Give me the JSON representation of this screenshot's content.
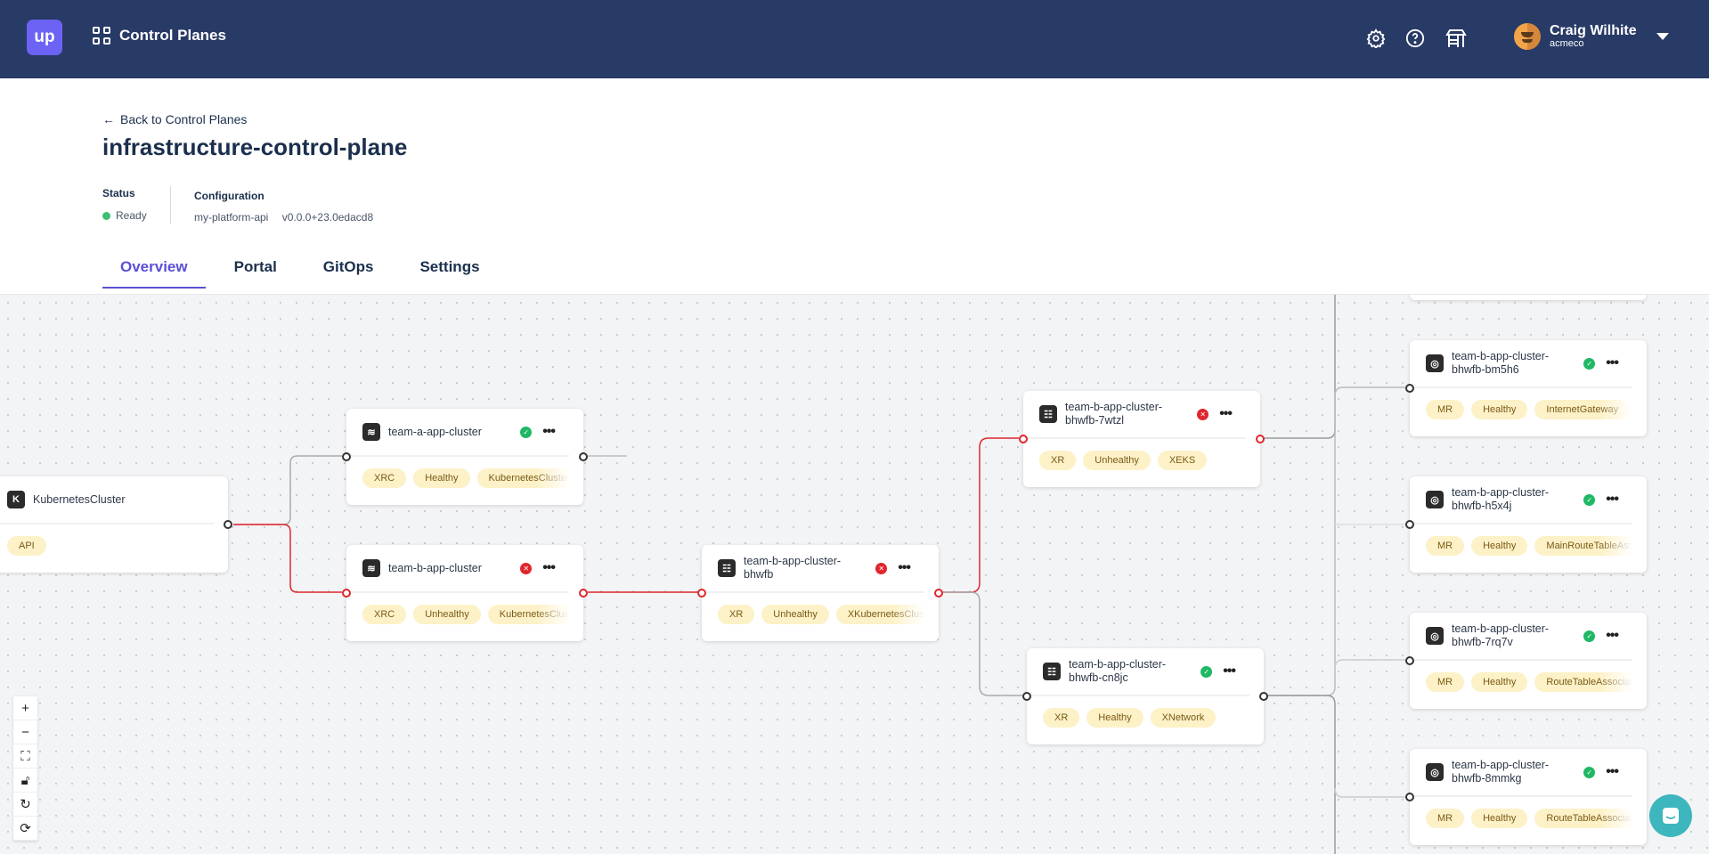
{
  "header": {
    "logo": "up",
    "app_title": "Control Planes",
    "user_name": "Craig Wilhite",
    "user_org": "acmeco"
  },
  "page": {
    "back_link": "Back to Control Planes",
    "title": "infrastructure-control-plane",
    "status_label": "Status",
    "status_value": "Ready",
    "status_color": "#3cbf72",
    "config_label": "Configuration",
    "config_name": "my-platform-api",
    "config_version": "v0.0.0+23.0edacd8"
  },
  "tabs": [
    {
      "label": "Overview",
      "active": true
    },
    {
      "label": "Portal"
    },
    {
      "label": "GitOps"
    },
    {
      "label": "Settings"
    }
  ],
  "nodes": [
    {
      "title": "KubernetesCluster",
      "icon": "K",
      "icon_name": "kubernetes-icon",
      "status": "",
      "tags": [
        "API"
      ]
    },
    {
      "title": "team-a-app-cluster",
      "icon": "≋",
      "icon_name": "layers-icon",
      "status": "healthy",
      "tags": [
        "XRC",
        "Healthy",
        "KubernetesCluster"
      ]
    },
    {
      "title": "team-b-app-cluster",
      "icon": "≋",
      "icon_name": "layers-icon",
      "status": "unhealthy",
      "tags": [
        "XRC",
        "Unhealthy",
        "KubernetesCluster"
      ]
    },
    {
      "title": "team-b-app-cluster-bhwfb",
      "icon": "☷",
      "icon_name": "composite-icon",
      "status": "unhealthy",
      "tags": [
        "XR",
        "Unhealthy",
        "XKubernetesCluster"
      ]
    },
    {
      "title": "team-b-app-cluster-bhwfb-7wtzl",
      "icon": "☷",
      "icon_name": "composite-icon",
      "status": "unhealthy",
      "tags": [
        "XR",
        "Unhealthy",
        "XEKS"
      ]
    },
    {
      "title": "team-b-app-cluster-bhwfb-cn8jc",
      "icon": "☷",
      "icon_name": "composite-icon",
      "status": "healthy",
      "tags": [
        "XR",
        "Healthy",
        "XNetwork"
      ]
    },
    {
      "title": "team-b-app-cluster-bhwfb-bm5h6",
      "icon": "◎",
      "icon_name": "managed-resource-icon",
      "status": "healthy",
      "tags": [
        "MR",
        "Healthy",
        "InternetGateway"
      ]
    },
    {
      "title": "team-b-app-cluster-bhwfb-h5x4j",
      "icon": "◎",
      "icon_name": "managed-resource-icon",
      "status": "healthy",
      "tags": [
        "MR",
        "Healthy",
        "MainRouteTableAssociation"
      ]
    },
    {
      "title": "team-b-app-cluster-bhwfb-7rq7v",
      "icon": "◎",
      "icon_name": "managed-resource-icon",
      "status": "healthy",
      "tags": [
        "MR",
        "Healthy",
        "RouteTableAssociation"
      ]
    },
    {
      "title": "team-b-app-cluster-bhwfb-8mmkg",
      "icon": "◎",
      "icon_name": "managed-resource-icon",
      "status": "healthy",
      "tags": [
        "MR",
        "Healthy",
        "RouteTableAssociation"
      ]
    }
  ],
  "colors": {
    "healthy": "#1fb865",
    "unhealthy": "#e0262c",
    "accent": "#5b4fd6",
    "header": "#283a66"
  }
}
